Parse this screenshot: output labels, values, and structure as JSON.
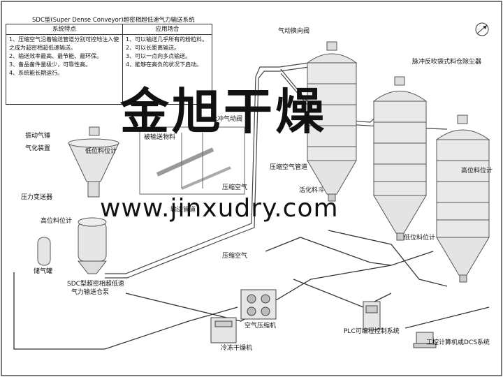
{
  "table": {
    "title": "SDC型(Super Dense Conveyor)超密相超低速气力输送系统",
    "header_left": "系统特点",
    "header_right": "应用场合",
    "features": [
      "1、压缩空气沿着输送管道分别可控地注入使",
      "   之成为超密相超低速输送。",
      "2、输送效率最高、最节能、最环保。",
      "3、备品备件量极少，可靠性高。",
      "4、系统能长期运行。"
    ],
    "applications": [
      "1、可以输送几乎所有的粉粒料。",
      "2、可以长距离输送。",
      "3、可以一点向多点输送。",
      "4、能够在高负的状况下启动。"
    ]
  },
  "labels": {
    "diverter_valve": "气动换向阀",
    "dust_collector": "脉冲反吹袋式料仓除尘器",
    "vibrating_hammer": "振动气锤",
    "fluidizer": "气化装置",
    "low_level_1": "低位料位计",
    "pressure_transmitter": "压力变送器",
    "high_level_left": "高位料位计",
    "air_tank": "储气罐",
    "pump_line1": "SDC型超密相超低速",
    "pump_line2": "气力输送仓泵",
    "inset_valve": "脉冲气动阀",
    "inset_material": "被输送物料",
    "compressed_air_pipe": "压缩空气管道",
    "compressed_air_inset": "压缩空气",
    "compressed_air_main": "压缩空气",
    "conveying_pipe": "输送管道",
    "activated_material": "活化料斗",
    "high_level_right": "高位料位计",
    "low_level_2": "低位料位计",
    "air_compressor": "空气压缩机",
    "dryer": "冷冻干燥机",
    "plc": "PLC可编程控制系统",
    "dcs": "工控计算机或DCS系统"
  },
  "watermark": {
    "brand": "金旭干燥",
    "url": "www.jinxudry.com"
  }
}
